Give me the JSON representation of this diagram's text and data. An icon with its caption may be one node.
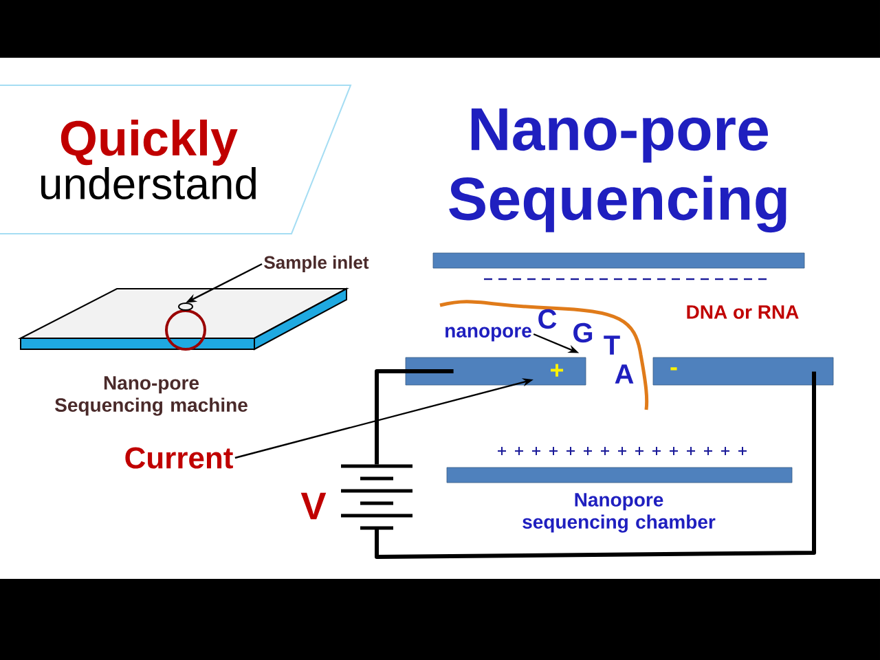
{
  "diagram": {
    "title": "Nano-pore Sequencing",
    "nodes": [
      {
        "text": [
          "Quickly",
          "understand"
        ]
      },
      {
        "text": [
          "Sample inlet"
        ]
      },
      {
        "text": [],
        "shape": "box",
        "beside": [
          "Nano-pore Sequencing machine"
        ]
      },
      {
        "text": [],
        "shape": "circle",
        "in": 2
      },
      {
        "text": [
          "Current"
        ]
      },
      {
        "text": [],
        "shape": "bar"
      },
      {
        "text": [
          "nanopore"
        ]
      },
      {
        "text": [
          "+"
        ]
      },
      {
        "text": [
          "-"
        ]
      },
      {
        "text": [],
        "shape": "bar",
        "beside": [
          "Nanopore sequencing chamber"
        ]
      },
      {
        "text": [],
        "shape": "battery",
        "beside": [
          "V"
        ]
      }
    ],
    "edges": [
      {
        "from": 1,
        "to": 3,
        "arrow": "to"
      },
      {
        "from": 4,
        "to": 7,
        "arrow": "to"
      },
      {
        "from": 6,
        "to": 7,
        "arrow": "to"
      },
      {
        "from": 7,
        "to": 10,
        "arrow": "none",
        "style": "thick"
      },
      {
        "from": 10,
        "to": 8,
        "arrow": "none",
        "style": "thick"
      }
    ],
    "labels": [
      "DNA or RNA",
      "C",
      "G",
      "T",
      "A"
    ]
  }
}
